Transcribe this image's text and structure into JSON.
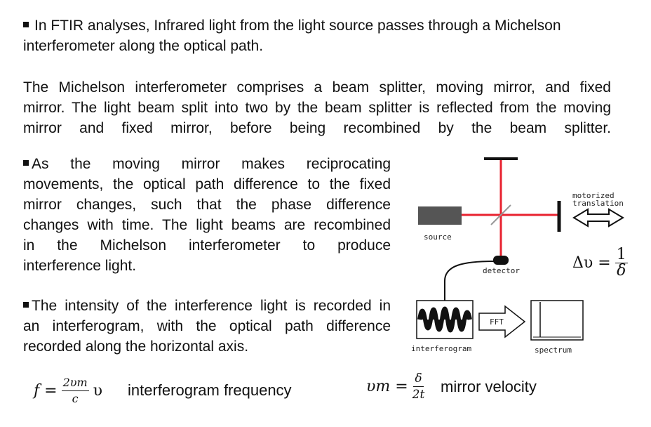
{
  "paragraph1": {
    "line1": "In FTIR analyses, Infrared light from the light source passes through a Michelson",
    "line2": "interferometer along the optical path."
  },
  "paragraph2": {
    "line1": "The Michelson interferometer comprises a beam splitter, moving mirror, and fixed",
    "line2": "mirror. The light beam split into two by the beam splitter is reflected from the moving",
    "line3": "mirror and fixed mirror, before being recombined by the beam splitter."
  },
  "paragraph3": {
    "line1": "As the moving mirror makes reciprocating",
    "line2": "movements, the optical path difference to the fixed",
    "line3": "mirror changes, such that the phase difference",
    "line4": "changes with time. The light beams are recombined",
    "line5": "in the Michelson interferometer to produce",
    "line6": "interference light."
  },
  "paragraph4": {
    "line1": "The intensity of the interference light is recorded in",
    "line2": "an interferogram, with the optical path difference",
    "line3": "recorded along the horizontal axis."
  },
  "diagram": {
    "source_label": "source",
    "motor_label_1": "motorized",
    "motor_label_2": "translation",
    "detector_label": "detector",
    "fft_label": "FFT",
    "interferogram_label": "interferogram",
    "spectrum_label": "spectrum",
    "beam_color": "#e8222f",
    "source_color": "#555555"
  },
  "equations": {
    "delta_nu": {
      "lhs": "Δυ =",
      "num": "1",
      "den": "δ"
    },
    "frequency": {
      "lhs": "f =",
      "num": "2υm",
      "den": "c",
      "tail": "υ",
      "label": "interferogram frequency"
    },
    "velocity": {
      "lhs": "υm =",
      "num": "δ",
      "den": "2t",
      "label": "mirror velocity"
    }
  }
}
